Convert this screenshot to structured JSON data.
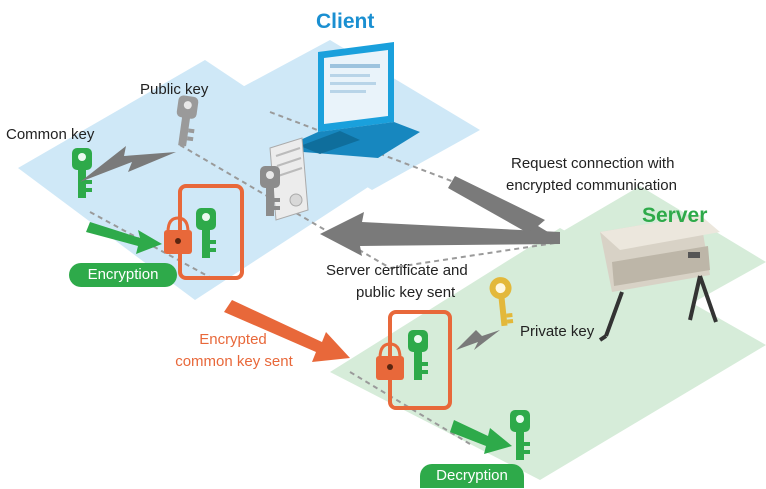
{
  "titles": {
    "client": "Client",
    "server": "Server"
  },
  "labels": {
    "public_key": "Public key",
    "common_key": "Common key",
    "request_line1": "Request connection with",
    "request_line2": "encrypted communication",
    "cert_line1": "Server certificate and",
    "cert_line2": "public key sent",
    "private_key": "Private key",
    "encrypted_line1": "Encrypted",
    "encrypted_line2": "common key sent"
  },
  "pills": {
    "encryption": "Encryption",
    "decryption": "Decryption"
  },
  "colors": {
    "client_title": "#1a8fd1",
    "server_title": "#2eaa4a",
    "client_zone": "#cfe8f7",
    "server_zone": "#d6ecd9",
    "orange": "#e8683a",
    "green": "#2eaa4a",
    "gray_arrow": "#7a7a7a",
    "laptop": "#1aa0dc",
    "private_key": "#e3b83a"
  },
  "icons": [
    "laptop-icon",
    "printer-icon",
    "key-icon",
    "lock-icon",
    "certificate-icon"
  ]
}
